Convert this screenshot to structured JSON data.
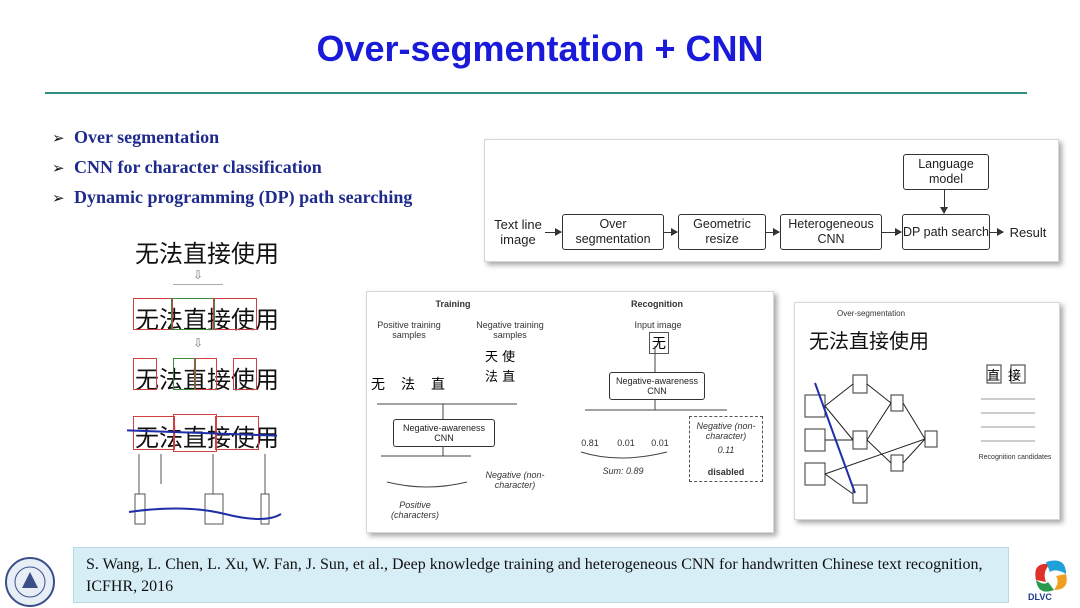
{
  "slide": {
    "title": "Over-segmentation + CNN",
    "bullets": [
      "Over segmentation",
      "CNN for character classification",
      "Dynamic programming (DP) path searching"
    ]
  },
  "handwriting": {
    "text": "无法直接使用"
  },
  "flowchart": {
    "input": "Text line image",
    "boxes": [
      "Over segmentation",
      "Geometric resize",
      "Heterogeneous CNN",
      "DP path search"
    ],
    "language_model": "Language model",
    "output": "Result"
  },
  "training_fig": {
    "training_title": "Training",
    "recognition_title": "Recognition",
    "positive_samples": "Positive training samples",
    "negative_samples": "Negative training samples",
    "input_image": "Input image",
    "cnn_box": "Negative-awareness CNN",
    "cnn_box_right": "Negative-awareness CNN",
    "probs": [
      "0.81",
      "0.01",
      "0.01"
    ],
    "negative_label": "Negative (non-character)",
    "negative_prob": "0.11",
    "sum_label": "Sum: 0.89",
    "disabled_label": "disabled",
    "negative_left": "Negative (non-character)",
    "positive_left": "Positive (characters)"
  },
  "overseg_fig": {
    "title": "Over-segmentation",
    "candidates_label": "Recognition candidates"
  },
  "citation": "S. Wang, L. Chen, L. Xu, W. Fan, J. Sun, et al., Deep knowledge training and heterogeneous CNN for handwritten Chinese text recognition, ICFHR, 2016",
  "colors": {
    "title": "#1a1adb",
    "bullets": "#1e2a8c",
    "rule": "#2f8f7f",
    "citation_bg": "#d8eef6"
  }
}
